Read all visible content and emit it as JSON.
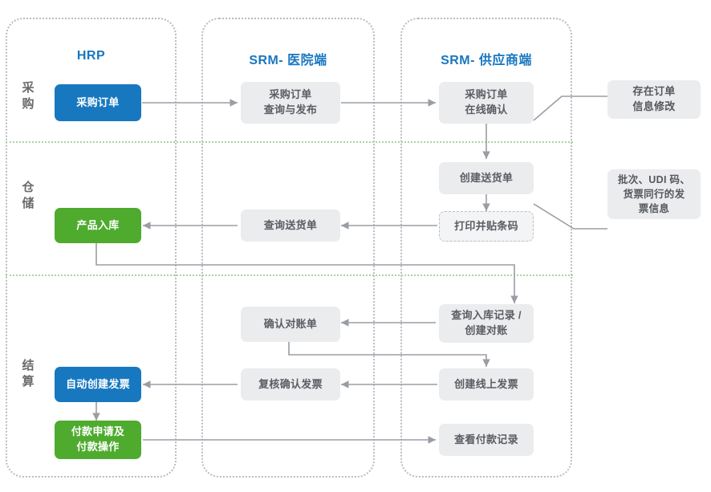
{
  "columns": [
    {
      "key": "hrp",
      "title": "HRP"
    },
    {
      "key": "srm_hosp",
      "title": "SRM- 医院端"
    },
    {
      "key": "srm_supp",
      "title": "SRM- 供应商端"
    }
  ],
  "rows": [
    {
      "key": "purchase",
      "label_lines": [
        "采",
        "购"
      ]
    },
    {
      "key": "storage",
      "label_lines": [
        "仓",
        "储"
      ]
    },
    {
      "key": "settle",
      "label_lines": [
        "结",
        "算"
      ]
    }
  ],
  "nodes": {
    "purchase_order": "采购订单",
    "po_query_publish": "采购订单\n查询与发布",
    "po_online_confirm": "采购订单\n在线确认",
    "create_delivery_note": "创建送货单",
    "print_barcode": "打印并贴条码",
    "query_delivery_note": "查询送货单",
    "product_inbound": "产品入库",
    "query_inbound_record": "查询入库记录 /\n创建对账",
    "confirm_statement": "确认对账单",
    "create_online_invoice": "创建线上发票",
    "review_confirm_invoice": "复核确认发票",
    "auto_create_invoice": "自动创建发票",
    "payment_request": "付款申请及\n付款操作",
    "view_payment_record": "查看付款记录"
  },
  "notes": {
    "order_change": "存在订单\n信息修改",
    "batch_udi": "批次、UDI 码、\n货票同行的发\n票信息"
  },
  "colors": {
    "title_blue": "#1877c0",
    "node_blue": "#1878bf",
    "node_green": "#4eab2e",
    "node_grey_bg": "#ebecee",
    "node_grey_fg": "#5a5d63",
    "lane_border": "#b9bcc4",
    "row_divider": "#a8d5a0",
    "connector": "#9a9da3",
    "background": "#ffffff"
  }
}
